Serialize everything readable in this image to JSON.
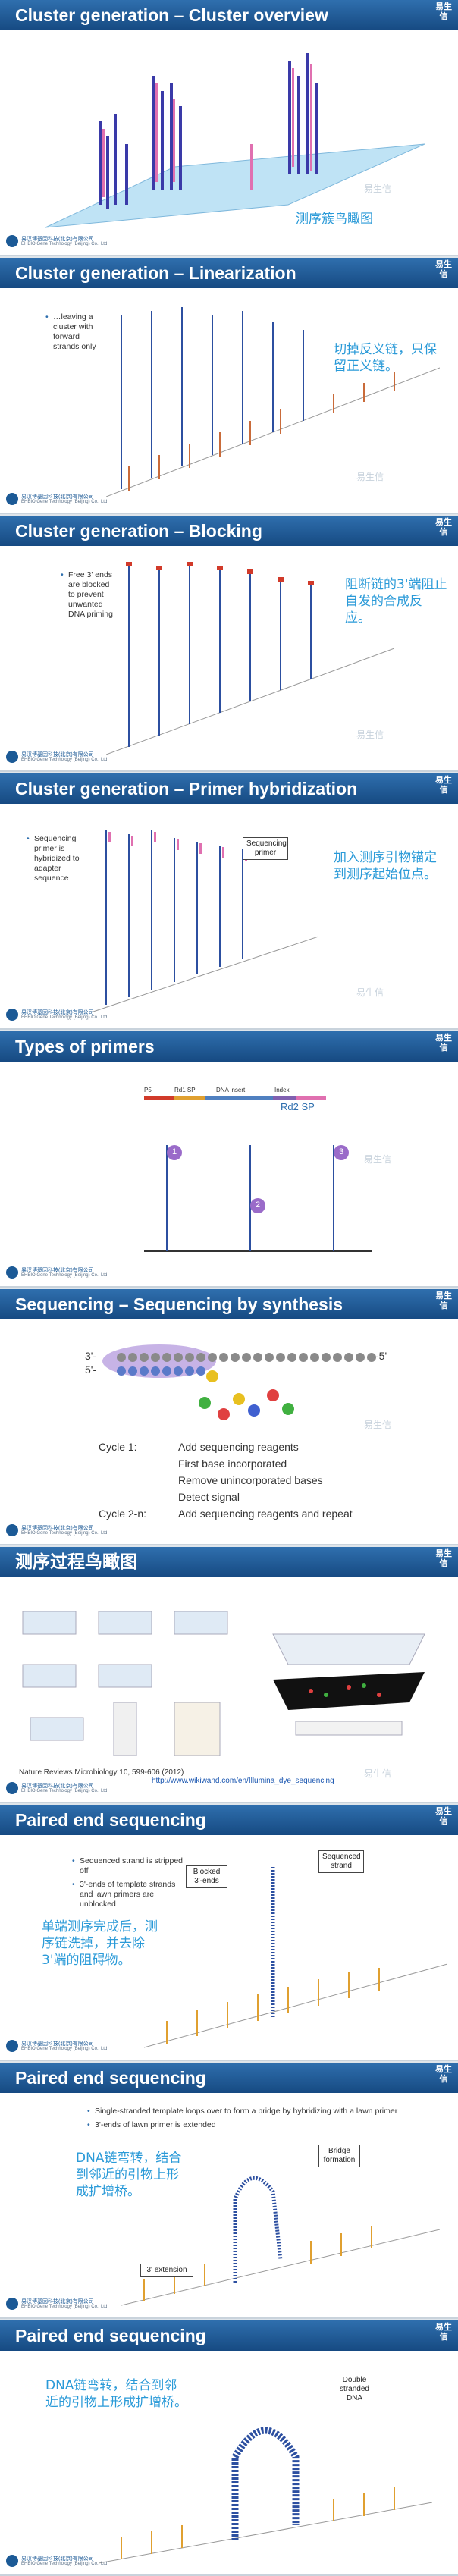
{
  "side_logo": "易生信",
  "footer_logo": {
    "line1": "易汉博基因科技(北京)有限公司",
    "line2": "EHBIO Gene Technology (Beijing) Co., Ltd"
  },
  "watermark": "易生信",
  "slides": [
    {
      "title": "Cluster generation – Cluster overview",
      "note": "测序簇鸟瞰图"
    },
    {
      "title": "Cluster generation – Linearization",
      "bullets": [
        "…leaving a cluster with forward strands only"
      ],
      "note": "切掉反义链，只保留正义链。"
    },
    {
      "title": "Cluster generation – Blocking",
      "bullets": [
        "Free 3' ends are blocked to prevent unwanted DNA priming"
      ],
      "note": "阻断链的3'端阻止自发的合成反应。"
    },
    {
      "title": "Cluster generation – Primer hybridization",
      "bullets": [
        "Sequencing primer is hybridized to adapter sequence"
      ],
      "callout": "Sequencing primer",
      "note": "加入测序引物锚定到测序起始位点。"
    },
    {
      "title": "Types of primers",
      "primer_bar_labels": [
        "P5",
        "Rd1 SP",
        "DNA insert",
        "Index",
        "Rd2 SP"
      ],
      "primer_numbers": [
        "1",
        "2",
        "3"
      ]
    },
    {
      "title": "Sequencing – Sequencing by synthesis",
      "strand_5": "5'-",
      "strand_3": "3'-",
      "strand_end": "-5'",
      "cycles": [
        {
          "label": "Cycle 1:",
          "steps": [
            "Add sequencing reagents",
            "First base incorporated",
            "Remove unincorporated bases",
            "Detect signal"
          ]
        },
        {
          "label": "Cycle 2-n:",
          "steps": [
            "Add sequencing reagents and repeat"
          ]
        }
      ]
    },
    {
      "title": "测序过程鸟瞰图",
      "citation": "Nature Reviews Microbiology 10, 599-606 (2012)",
      "url": "http://www.wikiwand.com/en/Illumina_dye_sequencing"
    },
    {
      "title": "Paired end sequencing",
      "bullets": [
        "Sequenced strand is stripped off",
        "3'-ends of template strands and lawn primers are unblocked"
      ],
      "callouts": [
        "Blocked 3'-ends",
        "Sequenced strand"
      ],
      "note": "单端测序完成后，测序链洗掉，并去除3'端的阻碍物。"
    },
    {
      "title": "Paired end sequencing",
      "bullets": [
        "Single-stranded template loops over to form a bridge by hybridizing with a lawn primer",
        "3'-ends of lawn primer is extended"
      ],
      "callouts": [
        "Bridge formation",
        "3' extension"
      ],
      "note": "DNA链弯转，结合到邻近的引物上形成扩增桥。"
    },
    {
      "title": "Paired end sequencing",
      "callouts": [
        "Double stranded DNA"
      ],
      "note": "DNA链弯转，结合到邻近的引物上形成扩增桥。"
    }
  ]
}
